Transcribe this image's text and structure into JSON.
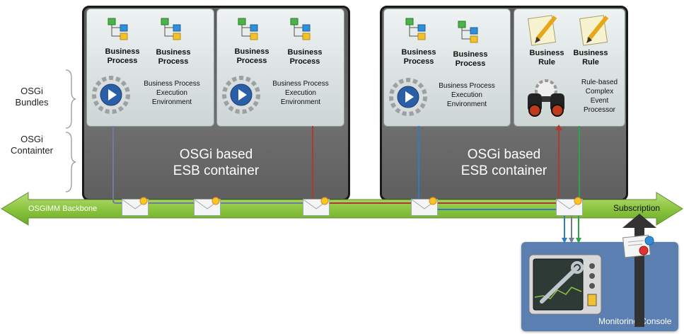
{
  "labels": {
    "osgi_bundles": "OSGi\nBundles",
    "osgi_container": "OSGi\nContainter",
    "backbone": "OSGiMM Backbone",
    "subscription": "Subscription",
    "monitoring_console": "Monitoring Console"
  },
  "containers": [
    {
      "title": "OSGi based\nESB container",
      "bundles": [
        {
          "items": [
            "Business\nProcess",
            "Business\nProcess"
          ],
          "engine": "Business Process\nExecution\nEnvironment"
        },
        {
          "items": [
            "Business\nProcess",
            "Business\nProcess"
          ],
          "engine": "Business Process\nExecution\nEnvironment"
        }
      ]
    },
    {
      "title": "OSGi based\nESB container",
      "bundles": [
        {
          "items": [
            "Business\nProcess",
            "Business\nProcess"
          ],
          "engine": "Business Process\nExecution\nEnvironment"
        },
        {
          "items": [
            "Business\nRule",
            "Business\nRule"
          ],
          "engine": "Rule-based\nComplex\nEvent\nProcessor"
        }
      ]
    }
  ],
  "colors": {
    "container_bg": "#666666",
    "backbone": "#8cc63f",
    "console_bg": "#5a7fb0",
    "flow_gray": "#6f7d9b",
    "flow_red": "#b03a2e",
    "flow_blue": "#2e7cc4",
    "flow_green": "#2ca44a"
  }
}
